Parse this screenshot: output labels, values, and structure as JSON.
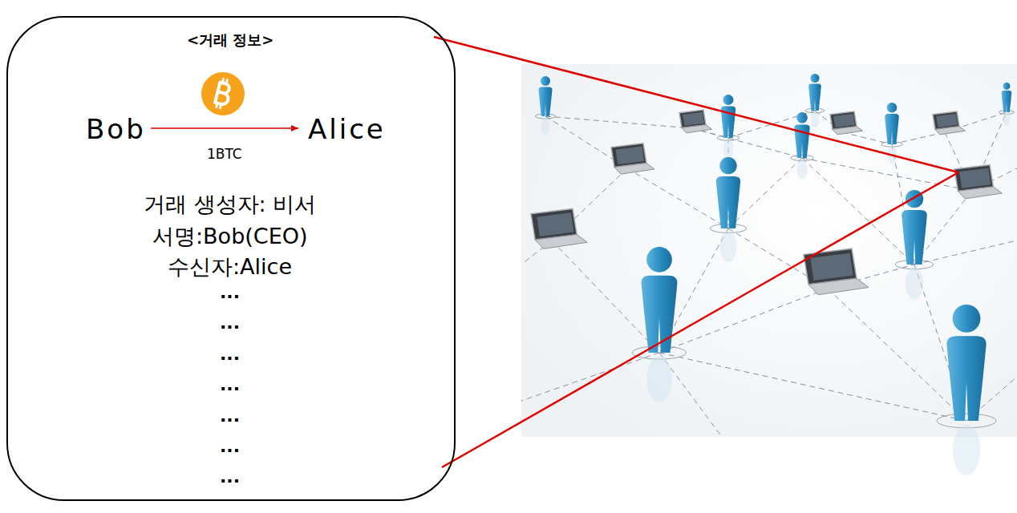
{
  "diagram": {
    "nodes": [
      {
        "text": [
          "<거래 정보>",
          "Bob",
          "Alice",
          "1BTC",
          "거래 생성자: 비서",
          "서명:Bob(CEO)",
          "수신자:Alice",
          "...",
          "...",
          "...",
          "...",
          "...",
          "...",
          "..."
        ]
      }
    ]
  }
}
